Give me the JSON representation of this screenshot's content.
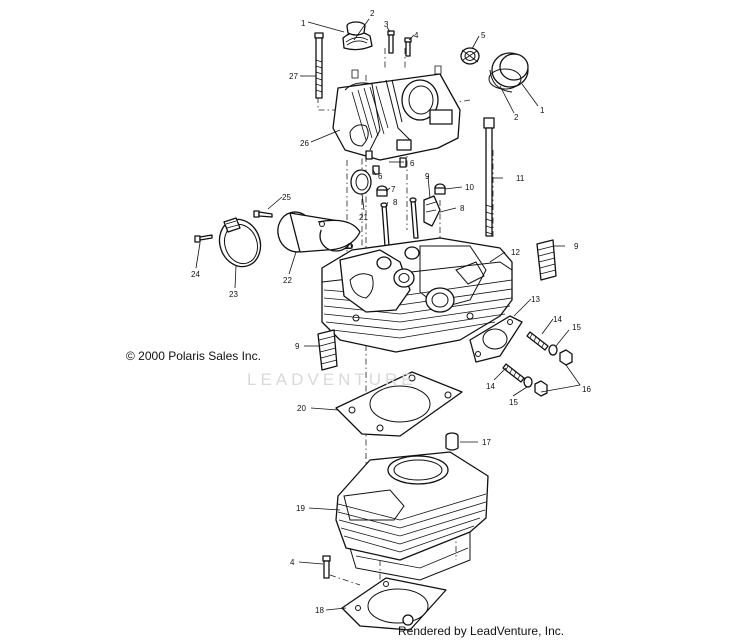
{
  "copyright": "© 2000 Polaris Sales Inc.",
  "watermark": "LEADVENTURE",
  "rendered_by": "Rendered by LeadVenture, Inc.",
  "callouts": [
    {
      "id": "c1a",
      "text": "1"
    },
    {
      "id": "c2a",
      "text": "2"
    },
    {
      "id": "c3",
      "text": "3"
    },
    {
      "id": "c4a",
      "text": "4"
    },
    {
      "id": "c5",
      "text": "5"
    },
    {
      "id": "c27",
      "text": "27"
    },
    {
      "id": "c2b",
      "text": "2"
    },
    {
      "id": "c1b",
      "text": "1"
    },
    {
      "id": "c26",
      "text": "26"
    },
    {
      "id": "c6a",
      "text": "6"
    },
    {
      "id": "c6b",
      "text": "6"
    },
    {
      "id": "c7",
      "text": "7"
    },
    {
      "id": "c9a",
      "text": "9"
    },
    {
      "id": "c10",
      "text": "10"
    },
    {
      "id": "c11",
      "text": "11"
    },
    {
      "id": "c8a",
      "text": "8"
    },
    {
      "id": "c8b",
      "text": "8"
    },
    {
      "id": "c21",
      "text": "21"
    },
    {
      "id": "c25",
      "text": "25"
    },
    {
      "id": "c9b",
      "text": "9"
    },
    {
      "id": "c12",
      "text": "12"
    },
    {
      "id": "c24",
      "text": "24"
    },
    {
      "id": "c22",
      "text": "22"
    },
    {
      "id": "c23",
      "text": "23"
    },
    {
      "id": "c13",
      "text": "13"
    },
    {
      "id": "c14a",
      "text": "14"
    },
    {
      "id": "c15a",
      "text": "15"
    },
    {
      "id": "c9c",
      "text": "9"
    },
    {
      "id": "c14b",
      "text": "14"
    },
    {
      "id": "c16",
      "text": "16"
    },
    {
      "id": "c15b",
      "text": "15"
    },
    {
      "id": "c20",
      "text": "20"
    },
    {
      "id": "c17",
      "text": "17"
    },
    {
      "id": "c19",
      "text": "19"
    },
    {
      "id": "c4b",
      "text": "4"
    },
    {
      "id": "c18",
      "text": "18"
    }
  ]
}
